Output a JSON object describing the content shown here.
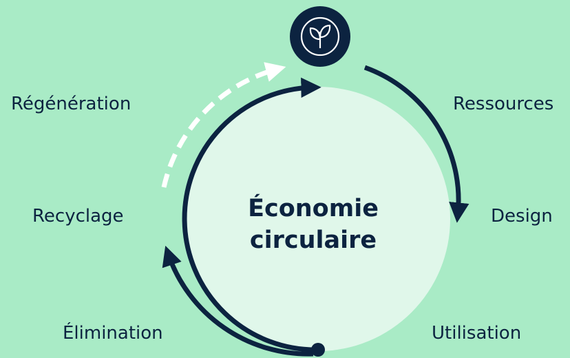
{
  "diagram": {
    "center": {
      "line1": "Économie",
      "line2": "circulaire"
    },
    "stages": {
      "regeneration": "Régénération",
      "ressources": "Ressources",
      "recyclage": "Recyclage",
      "design": "Design",
      "elimination": "Élimination",
      "utilisation": "Utilisation"
    },
    "icon": "leaf-icon",
    "colors": {
      "background": "#a9ebc6",
      "circle_fill": "#e0f7ea",
      "navy": "#0c2340",
      "dashed_arrow": "#ffffff"
    }
  }
}
